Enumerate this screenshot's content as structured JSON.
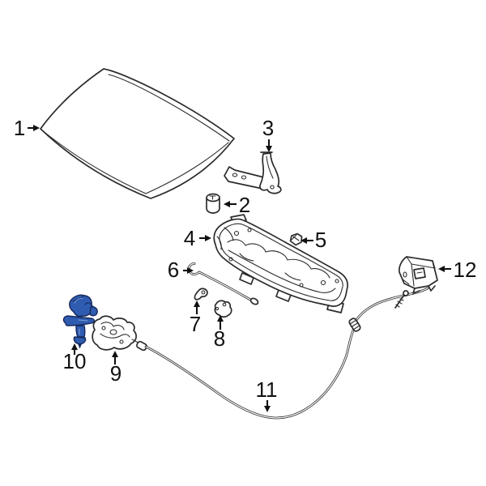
{
  "diagram": {
    "description": "Exploded parts line diagram of a vehicle hood assembly with numbered callouts",
    "highlighted_callout": "10",
    "callouts": [
      {
        "label": "1"
      },
      {
        "label": "2"
      },
      {
        "label": "3"
      },
      {
        "label": "4"
      },
      {
        "label": "5"
      },
      {
        "label": "6"
      },
      {
        "label": "7"
      },
      {
        "label": "8"
      },
      {
        "label": "9"
      },
      {
        "label": "10"
      },
      {
        "label": "11"
      },
      {
        "label": "12"
      }
    ],
    "colors": {
      "background": "#ffffff",
      "line": "#2b2b2b",
      "label": "#111111",
      "highlight": "#2f5cb0",
      "highlight_dark": "#15265a",
      "highlight_light": "#7e9fd8"
    }
  }
}
